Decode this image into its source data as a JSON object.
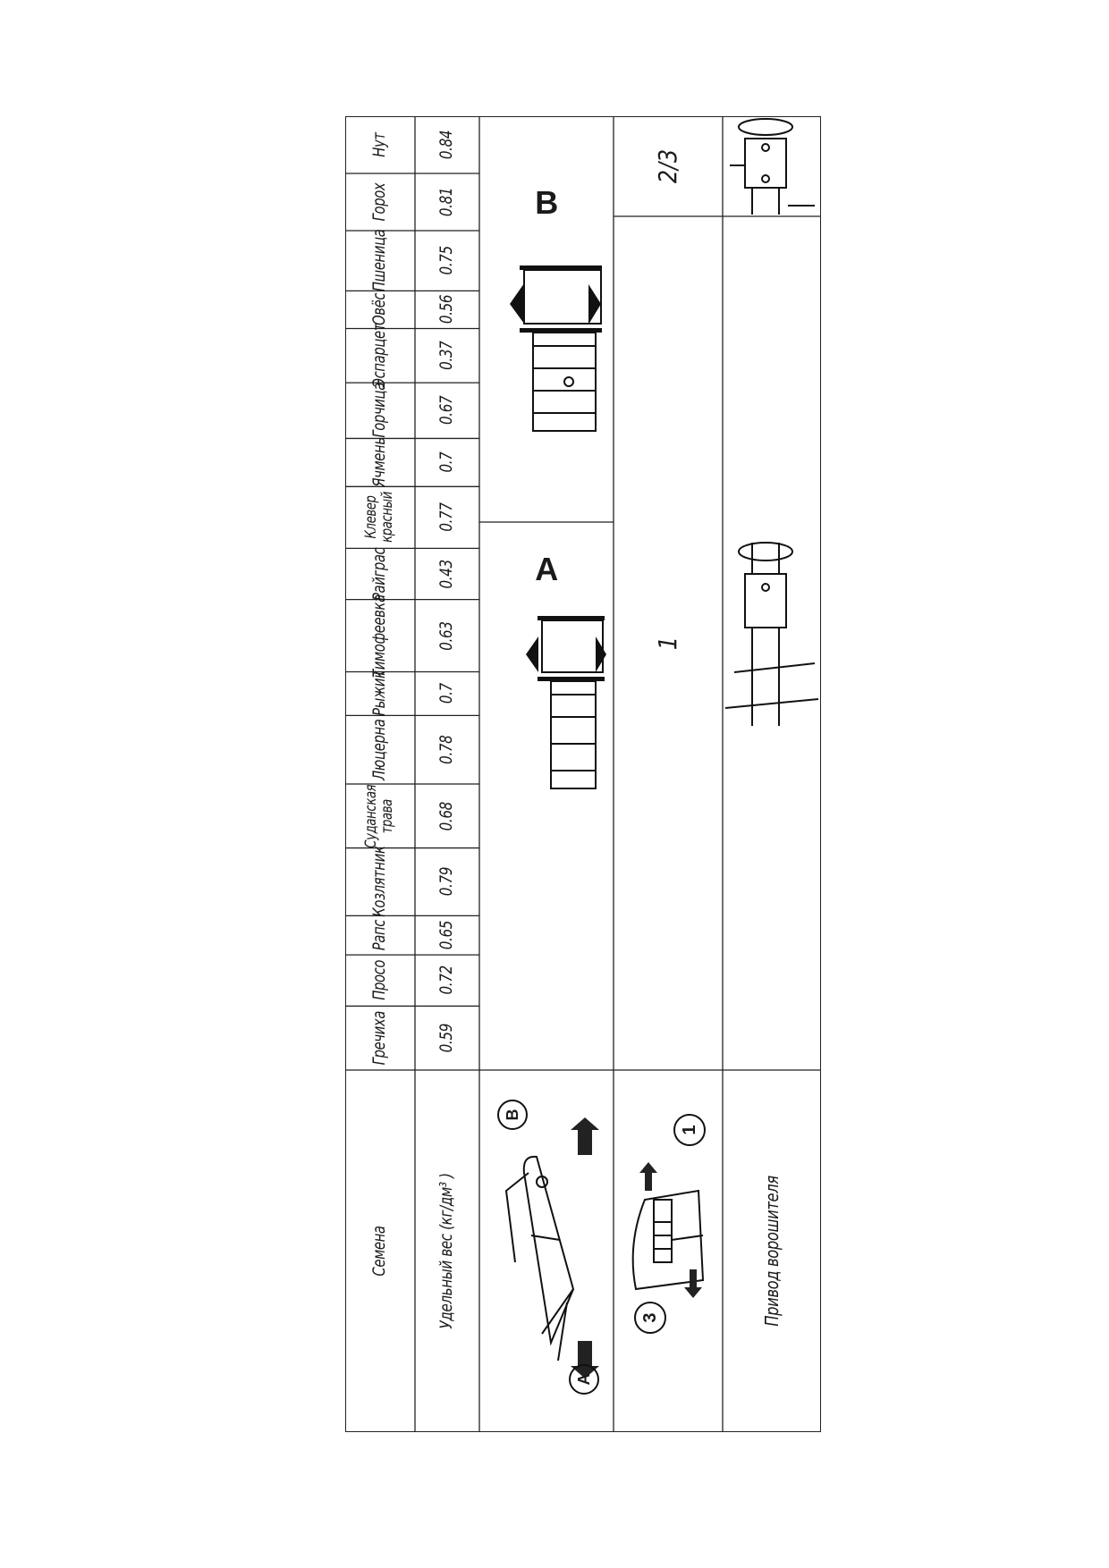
{
  "header": {
    "row_label": "Семена",
    "seeds": [
      "Гречиха",
      "Просо",
      "Рапс",
      "Козлятник",
      "Суданская трава",
      "Люцерна",
      "Рыжик",
      "Тимофеевка",
      "Райграс",
      "Клевер красный",
      "Ячмень",
      "Горчица",
      "Эспарцет",
      "Овёс",
      "Пшеница",
      "Горох",
      "Нут"
    ]
  },
  "weight_row": {
    "label": "Удельный вес (кг/дм³ )",
    "values": [
      "0.59",
      "0.72",
      "0.65",
      "0.79",
      "0.68",
      "0.78",
      "0.7",
      "0.63",
      "0.43",
      "0.77",
      "0.7",
      "0.67",
      "0.37",
      "0.56",
      "0.75",
      "0.81",
      "0.84"
    ]
  },
  "position_row": {
    "lever_labels": [
      "A",
      "B"
    ],
    "setting_a": "A",
    "setting_b": "B"
  },
  "ratio_row": {
    "gear_labels": [
      "3",
      "1"
    ],
    "ratio_1": "1",
    "ratio_2": "2/3"
  },
  "agitator_row": {
    "label": "Привод ворошителя"
  }
}
